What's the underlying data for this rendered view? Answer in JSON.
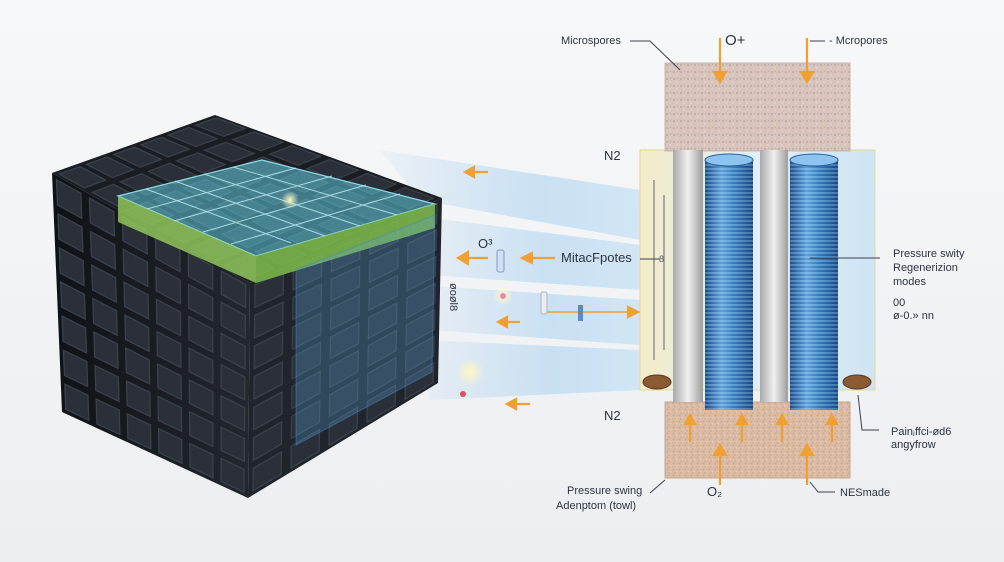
{
  "labels": {
    "micro_left": "Microspores",
    "o_plus": "O+",
    "micro_right": "- Mcropores",
    "n2_top": "N2",
    "n2_bottom": "N2",
    "o_small": "O³",
    "mitac": "MitacFpotes",
    "side_code": "øoøl8",
    "psr_1": "Pressure swity",
    "psr_2": "Regenerizion",
    "psr_3": "modes",
    "val_1": "00",
    "val_2": "ø-0.» nn",
    "pain_1": "Painⱼffci-ød6",
    "pain_2": "angyfrow",
    "o2_bottom": "O₂",
    "nes": "NESmade",
    "psa_1": "Pressure swing",
    "psa_2": "Adenptom (towl)",
    "tick": "8"
  },
  "colors": {
    "cube_dark": "#1d2127",
    "cube_cell": "#2b3038",
    "cell_edge": "#3a414b",
    "glass_cyan": "#5fc6d8",
    "glass_green": "#8fc45a",
    "column_blue": "#3f86c9",
    "arrow_orange": "#f0a030",
    "felt": "#d9b59a"
  }
}
